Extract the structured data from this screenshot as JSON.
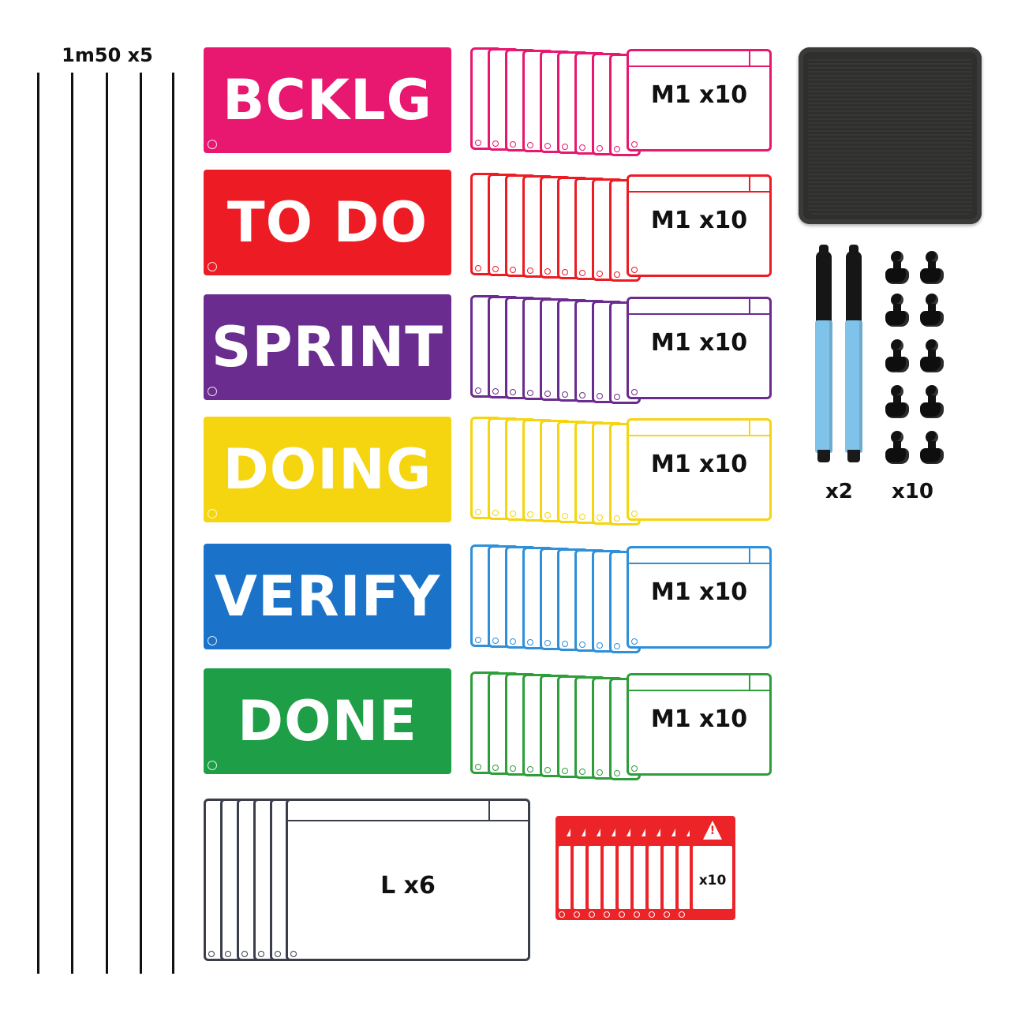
{
  "lines": {
    "label": "1m50 x5",
    "color": "#111111"
  },
  "headers": [
    {
      "text": "BCKLG",
      "color": "#e8176f"
    },
    {
      "text": "TO DO",
      "color": "#ed1c24"
    },
    {
      "text": "SPRINT",
      "color": "#6b2c8f"
    },
    {
      "text": "DOING",
      "color": "#f5d50f"
    },
    {
      "text": "VERIFY",
      "color": "#1a73c9"
    },
    {
      "text": "DONE",
      "color": "#1e9e47"
    }
  ],
  "m1_cards": [
    {
      "label": "M1 x10",
      "color": "#e8176f"
    },
    {
      "label": "M1 x10",
      "color": "#ed1c24"
    },
    {
      "label": "M1 x10",
      "color": "#6b2c8f"
    },
    {
      "label": "M1 x10",
      "color": "#f5d50f"
    },
    {
      "label": "M1 x10",
      "color": "#2f8fd8"
    },
    {
      "label": "M1 x10",
      "color": "#2e9e3b"
    }
  ],
  "large_cards": {
    "label": "L x6",
    "color": "#3a3e4a"
  },
  "alert_cards": {
    "label": "x10",
    "symbol": "!",
    "color": "#ec2428"
  },
  "accessories": {
    "cloth": "cleaning-cloth",
    "markers_label": "x2",
    "magnets_label": "x10"
  }
}
